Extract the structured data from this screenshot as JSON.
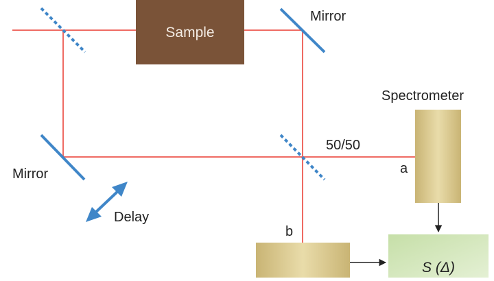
{
  "labels": {
    "sample": "Sample",
    "mirror_top": "Mirror",
    "mirror_left": "Mirror",
    "spectrometer": "Spectrometer",
    "splitter_ratio": "50/50",
    "port_a": "a",
    "port_b": "b",
    "delay": "Delay",
    "signal": "S (Δ)"
  },
  "colors": {
    "beam": "#ef6b63",
    "optic": "#3f86c8",
    "sample_box": "#7a5338",
    "sample_text": "#f4ece4",
    "detector_light": "#e9dcaa",
    "detector_dark": "#c9b474",
    "signal_light": "#c6dfa8",
    "signal_dark": "#e4f0d4",
    "arrow": "#222222",
    "text": "#222222"
  },
  "icons": {
    "delay_arrow": "double-headed-arrow-icon"
  }
}
